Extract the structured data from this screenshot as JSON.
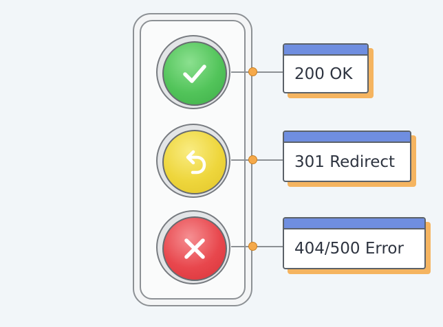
{
  "statuses": [
    {
      "id": "ok",
      "label": "200 OK",
      "light": "green",
      "icon": "checkmark-icon",
      "color": "#4fc257"
    },
    {
      "id": "redirect",
      "label": "301 Redirect",
      "light": "yellow",
      "icon": "undo-arrow-icon",
      "color": "#ecd33b"
    },
    {
      "id": "error",
      "label": "404/500 Error",
      "light": "red",
      "icon": "x-cross-icon",
      "color": "#e6444a"
    }
  ],
  "colors": {
    "card_header": "#6f8ee0",
    "card_shadow": "#f5b460",
    "connector_dot": "#f5a94a",
    "background": "#f2f6f9"
  }
}
